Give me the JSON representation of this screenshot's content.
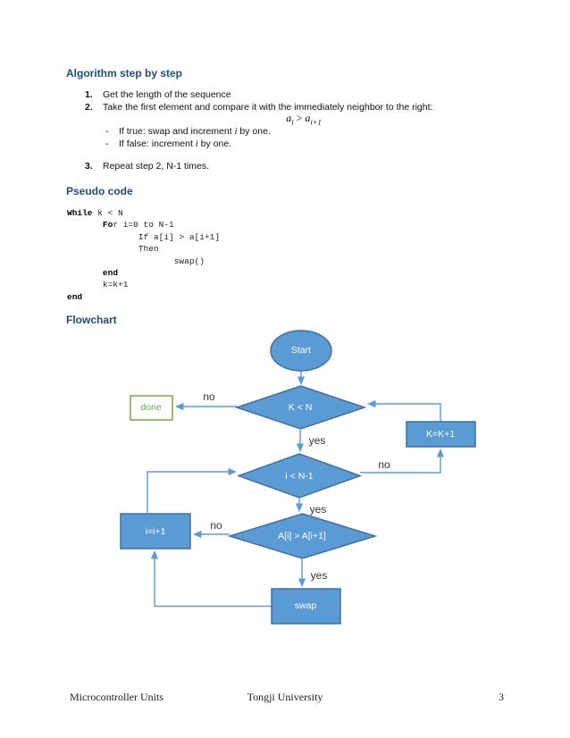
{
  "colors": {
    "heading_blue": "#1F4E79",
    "shape_fill": "#5B9BD5",
    "shape_stroke": "#41719C",
    "arrow": "#5B9BD5",
    "done_green": "#70AD47",
    "body_text": "#111111"
  },
  "algorithm": {
    "heading": "Algorithm step by step",
    "step1_num": "1.",
    "step1_text": "Get the length of the sequence",
    "step2_num": "2.",
    "step2_text": "Take the first element and compare it with the immediately neighbor to the right:",
    "formula": {
      "base1": "a",
      "sub1": "i",
      "op": ">",
      "base2": "a",
      "sub2": "i+1"
    },
    "sub1": {
      "dash": "-",
      "pre": "If true: swap and increment ",
      "var": "i",
      "post": " by one."
    },
    "sub2": {
      "dash": "-",
      "pre": "If false: increment ",
      "var": "i",
      "post": " by one."
    },
    "step3_num": "3.",
    "step3_text": "Repeat step 2, N-1 times."
  },
  "pseudo": {
    "heading": "Pseudo code",
    "lines": [
      [
        {
          "w": "b",
          "t": "While"
        },
        {
          "w": "r",
          "t": " k < N"
        }
      ],
      [
        {
          "w": "r",
          "t": "       "
        },
        {
          "w": "b",
          "t": "Fo"
        },
        {
          "w": "r",
          "t": "r i=0 to N-1"
        }
      ],
      [
        {
          "w": "r",
          "t": "              If a[i] > a[i+1]"
        }
      ],
      [
        {
          "w": "r",
          "t": "              Then"
        }
      ],
      [
        {
          "w": "r",
          "t": "                     swap()"
        }
      ],
      [
        {
          "w": "r",
          "t": "       "
        },
        {
          "w": "b",
          "t": "end"
        }
      ],
      [
        {
          "w": "r",
          "t": "       k=k+1"
        }
      ],
      [
        {
          "w": "b",
          "t": "end"
        }
      ]
    ]
  },
  "flowchart": {
    "heading": "Flowchart",
    "nodes": {
      "start": "Start",
      "k_condition": "K < N",
      "done": "done",
      "k_increment": "K=K+1",
      "i_condition": "i < N-1",
      "a_condition": "A[i] > A[i+1]",
      "i_increment": "i=i+1",
      "swap": "swap"
    },
    "edge_labels": {
      "k_no": "no",
      "k_yes": "yes",
      "i_no": "no",
      "i_yes": "yes",
      "a_no": "no",
      "a_yes": "yes"
    }
  },
  "footer": {
    "left": "Microcontroller Units",
    "center": "Tongji University",
    "page_number": "3"
  }
}
